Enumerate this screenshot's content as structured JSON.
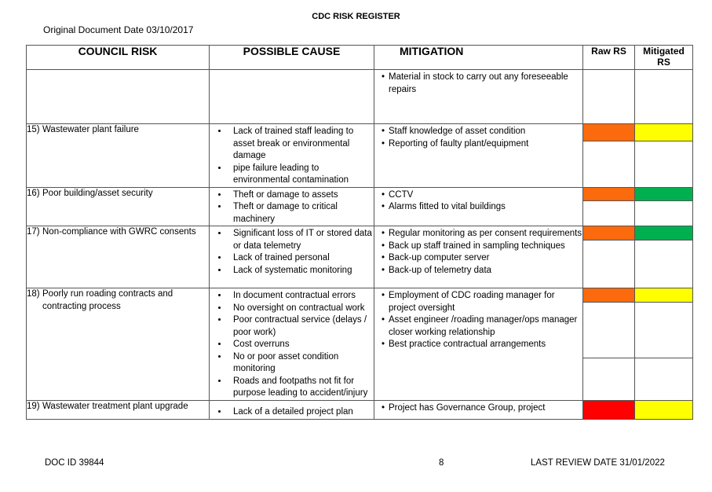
{
  "header": {
    "title": "CDC RISK REGISTER",
    "original_date": "Original Document Date 03/10/2017"
  },
  "table": {
    "columns": {
      "risk": "COUNCIL RISK",
      "cause": "POSSIBLE CAUSE",
      "mitigation": "MITIGATION",
      "raw": "Raw RS",
      "mitigated_line1": "Mitigated",
      "mitigated_line2": "RS"
    },
    "continued": {
      "mitigation": [
        "Material in stock to carry out any foreseeable repairs"
      ]
    },
    "rows": [
      {
        "number": "15)",
        "risk": "Wastewater plant failure",
        "causes": [
          "Lack of trained staff leading to asset break or environmental damage",
          "pipe failure leading to environmental contamination"
        ],
        "mitigation": [
          "Staff knowledge of asset condition",
          "Reporting of faulty plant/equipment"
        ],
        "raw_color": "#fb6a0c",
        "mitigated_color": "#ffff00"
      },
      {
        "number": "16)",
        "risk": "Poor building/asset security",
        "causes": [
          "Theft or damage to assets",
          "Theft or damage to critical machinery"
        ],
        "mitigation": [
          "CCTV",
          "Alarms fitted to vital buildings"
        ],
        "raw_color": "#fb6a0c",
        "mitigated_color": "#00b050"
      },
      {
        "number": "17)",
        "risk": "Non-compliance with GWRC consents",
        "causes": [
          "Significant loss of IT or stored data or data telemetry",
          "Lack of trained personal",
          "Lack of systematic monitoring"
        ],
        "mitigation": [
          "Regular monitoring as per consent requirements",
          "Back up staff trained in sampling techniques",
          "Back-up computer server",
          "Back-up of telemetry data"
        ],
        "raw_color": "#fb6a0c",
        "mitigated_color": "#00b050"
      },
      {
        "number": "18)",
        "risk": "Poorly run roading contracts and contracting process",
        "causes": [
          "In document contractual errors",
          "No oversight on contractual work",
          "Poor contractual service (delays / poor work)",
          "Cost overruns",
          "No or poor asset condition monitoring",
          "Roads and footpaths not fit for purpose leading to accident/injury"
        ],
        "mitigation": [
          "Employment of CDC roading manager for project oversight",
          "Asset engineer /roading manager/ops manager closer working relationship",
          "Best practice contractual arrangements"
        ],
        "raw_color": "#fb6a0c",
        "mitigated_color": "#ffff00"
      },
      {
        "number": "19)",
        "risk": "Wastewater treatment plant upgrade",
        "causes": [
          "Lack of a detailed project plan"
        ],
        "mitigation": [
          "Project has Governance Group, project"
        ],
        "raw_color": "#ff0000",
        "mitigated_color": "#ffff00"
      }
    ]
  },
  "footer": {
    "doc_id": "DOC ID  39844",
    "page": "8",
    "last_review": "LAST REVIEW DATE 31/01/2022"
  }
}
